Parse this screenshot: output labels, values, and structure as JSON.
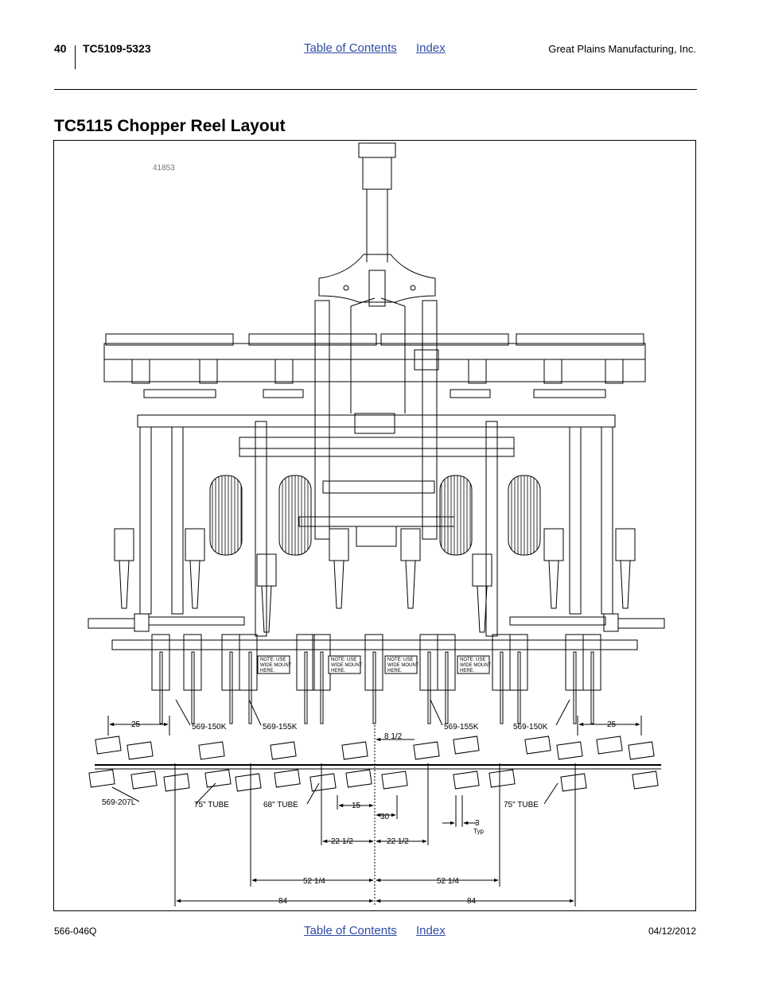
{
  "header": {
    "page_number": "40",
    "model": "TC5109-5323",
    "toc_link": "Table of Contents",
    "index_link": "Index",
    "company": "Great Plains Manufacturing, Inc."
  },
  "title": "TC5115 Chopper Reel Layout",
  "figure": {
    "figure_id": "41853",
    "notes": [
      "NOTE: USE",
      "WIDE MOUNT",
      "HERE."
    ],
    "part_labels": {
      "left_outer": "569-150K",
      "left_inner": "569-155K",
      "right_inner": "569-155K",
      "right_outer": "569-150K",
      "blade": "569-207L"
    },
    "tube_labels": {
      "left_75": "75\" TUBE",
      "center_68": "68\" TUBE",
      "right_75": "75\" TUBE"
    },
    "dimensions": {
      "left_25": "25",
      "right_25": "25",
      "offset": "8 1/2",
      "d15": "15",
      "d30": "30",
      "d3": "3",
      "typ": "Typ",
      "left_22": "22 1/2",
      "right_22": "22 1/2",
      "left_52": "52 1/4",
      "right_52": "52 1/4",
      "left_84": "84",
      "right_84": "84"
    }
  },
  "footer": {
    "doc_number": "566-046Q",
    "toc_link": "Table of Contents",
    "index_link": "Index",
    "date": "04/12/2012"
  }
}
